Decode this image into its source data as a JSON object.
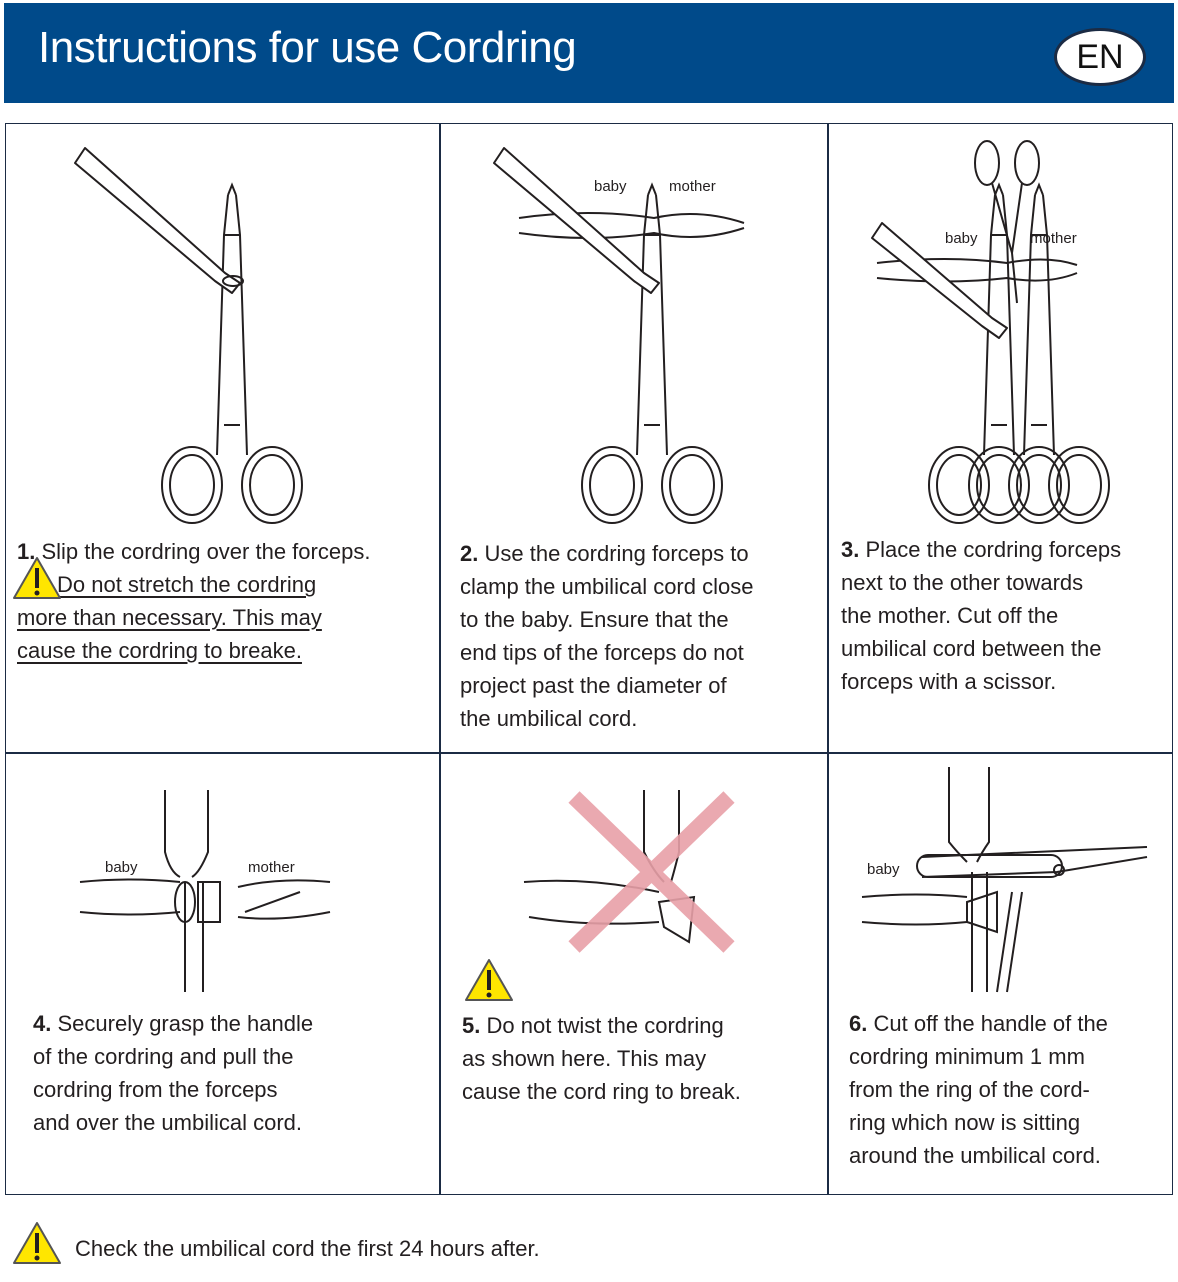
{
  "header": {
    "title": "Instructions for use Cordring",
    "language_badge": "EN"
  },
  "labels": {
    "baby": "baby",
    "mother": "mother"
  },
  "steps": [
    {
      "number": "1.",
      "text": "Slip the cordring over the forceps.",
      "warning_lines": [
        "Do not stretch the cordring",
        "more than necessary. This may",
        "cause the cordring to breake."
      ]
    },
    {
      "number": "2.",
      "lines": [
        "Use the cordring forceps to",
        "clamp the umbilical cord close",
        "to the baby. Ensure that the",
        "end tips of the forceps do not",
        "project past the diameter of",
        "the umbilical cord."
      ]
    },
    {
      "number": "3.",
      "lines": [
        "Place the cordring forceps",
        "next to the other towards",
        "the mother. Cut off the",
        "umbilical cord between the",
        "forceps with a scissor."
      ]
    },
    {
      "number": "4.",
      "lines": [
        "Securely grasp the handle",
        "of the cordring and pull the",
        "cordring from the forceps",
        "and over the umbilical cord."
      ]
    },
    {
      "number": "5.",
      "lines": [
        "Do not twist the cordring",
        "as shown here. This may",
        "cause the cord ring to break."
      ]
    },
    {
      "number": "6.",
      "lines": [
        "Cut off the handle of the",
        "cordring minimum 1 mm",
        "from the ring of the cord-",
        "ring which now is sitting",
        "around the umbilical cord."
      ]
    }
  ],
  "footer": {
    "text": "Check the umbilical cord the first 24 hours after."
  },
  "colors": {
    "header_bg": "#004a8a",
    "warning_yellow": "#ffe600",
    "cross_red": "#e8a0a8"
  }
}
